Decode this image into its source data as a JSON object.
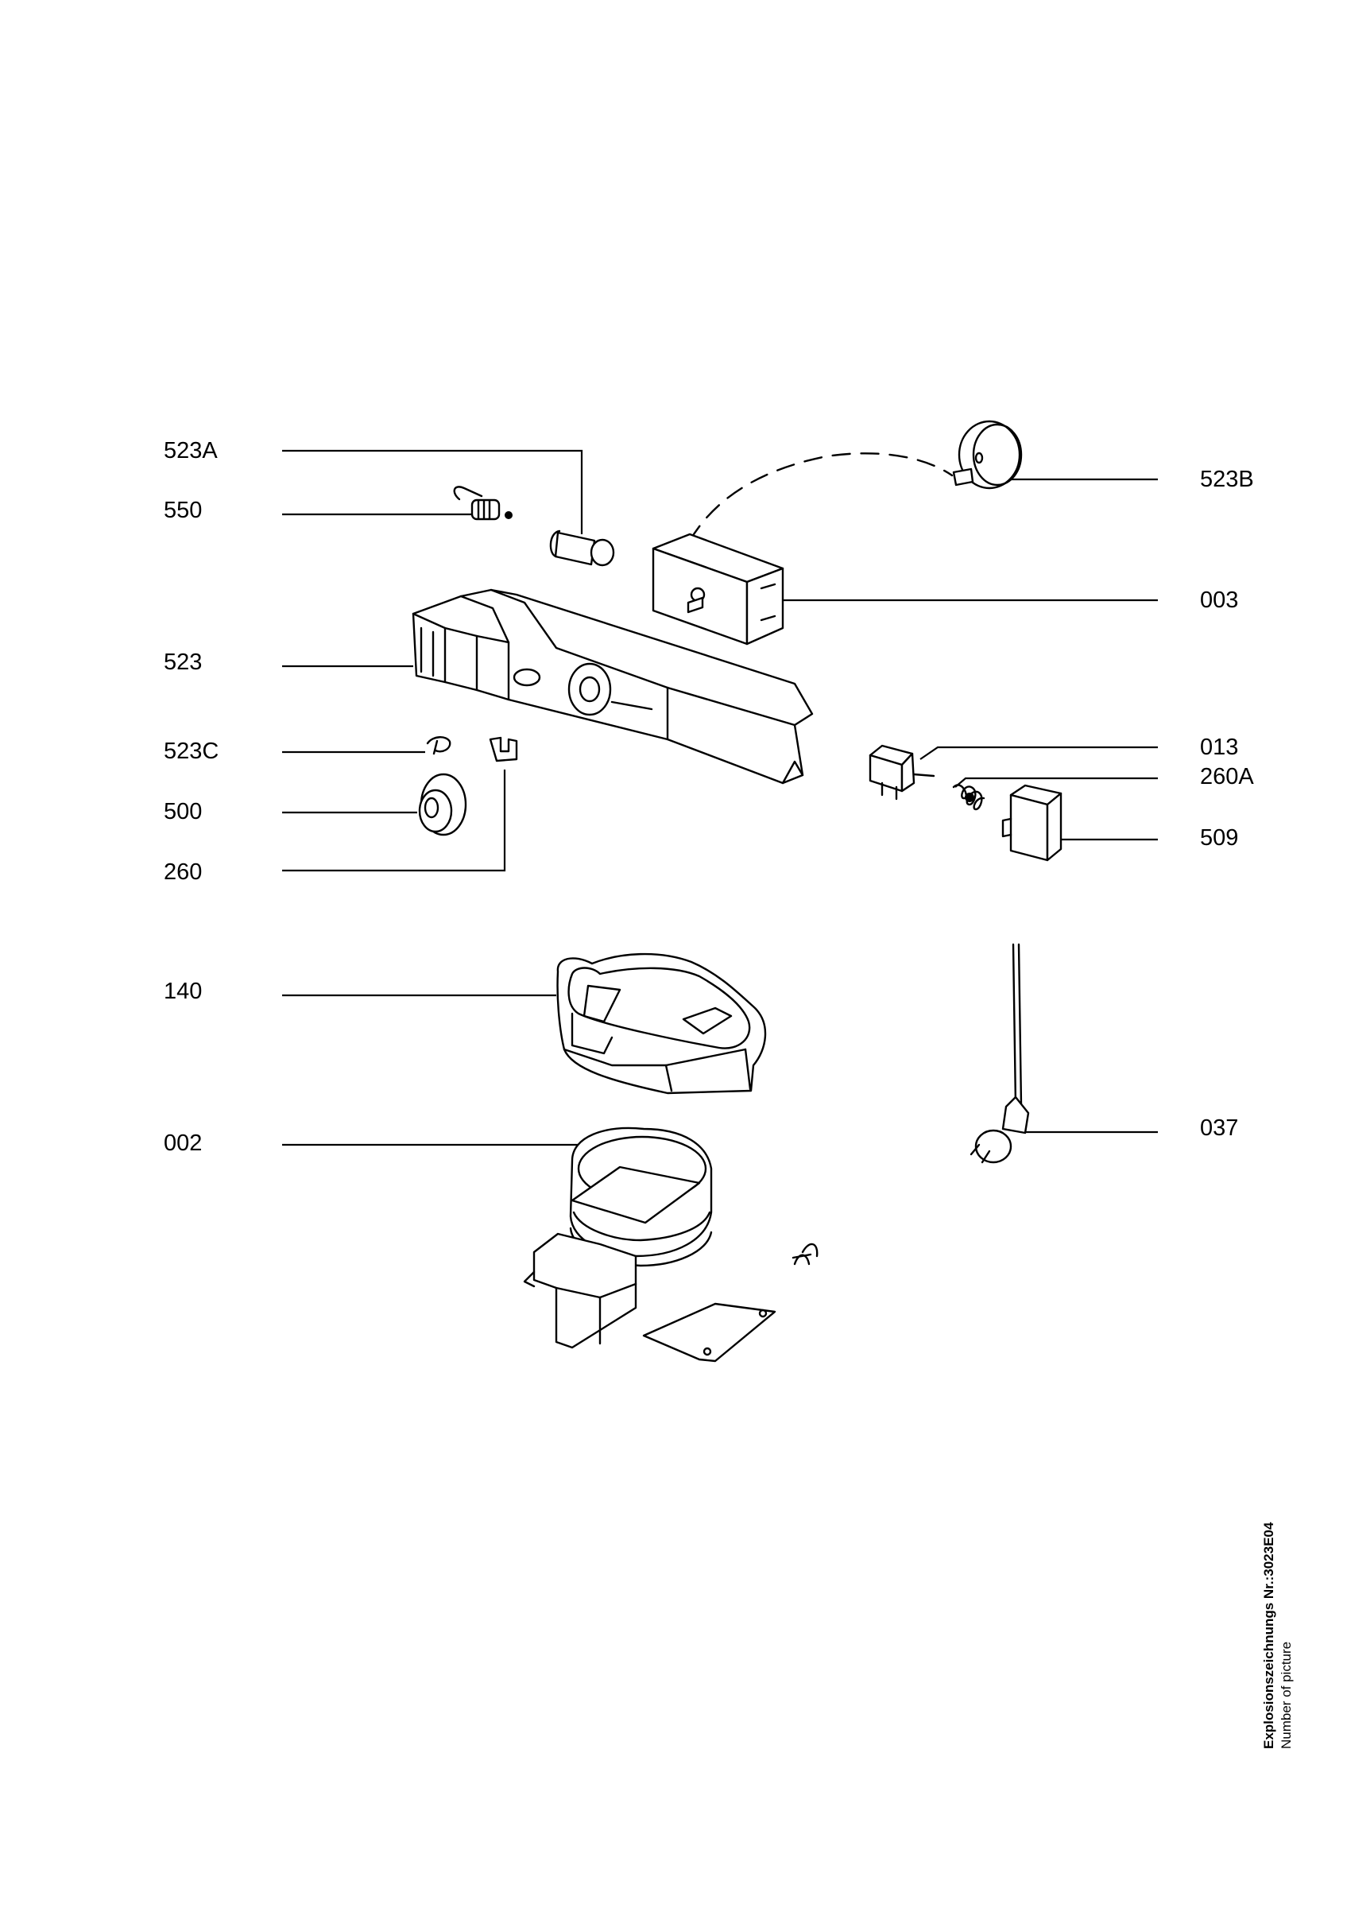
{
  "callouts": {
    "c523A": "523A",
    "c550": "550",
    "c523": "523",
    "c523C": "523C",
    "c500": "500",
    "c260": "260",
    "c140": "140",
    "c002": "002",
    "c523B": "523B",
    "c003": "003",
    "c013": "013",
    "c260A": "260A",
    "c509": "509",
    "c037": "037"
  },
  "caption": {
    "drawing_number": "Explosionszeichnungs Nr.:3023E04",
    "subtitle": "Number of picture"
  }
}
